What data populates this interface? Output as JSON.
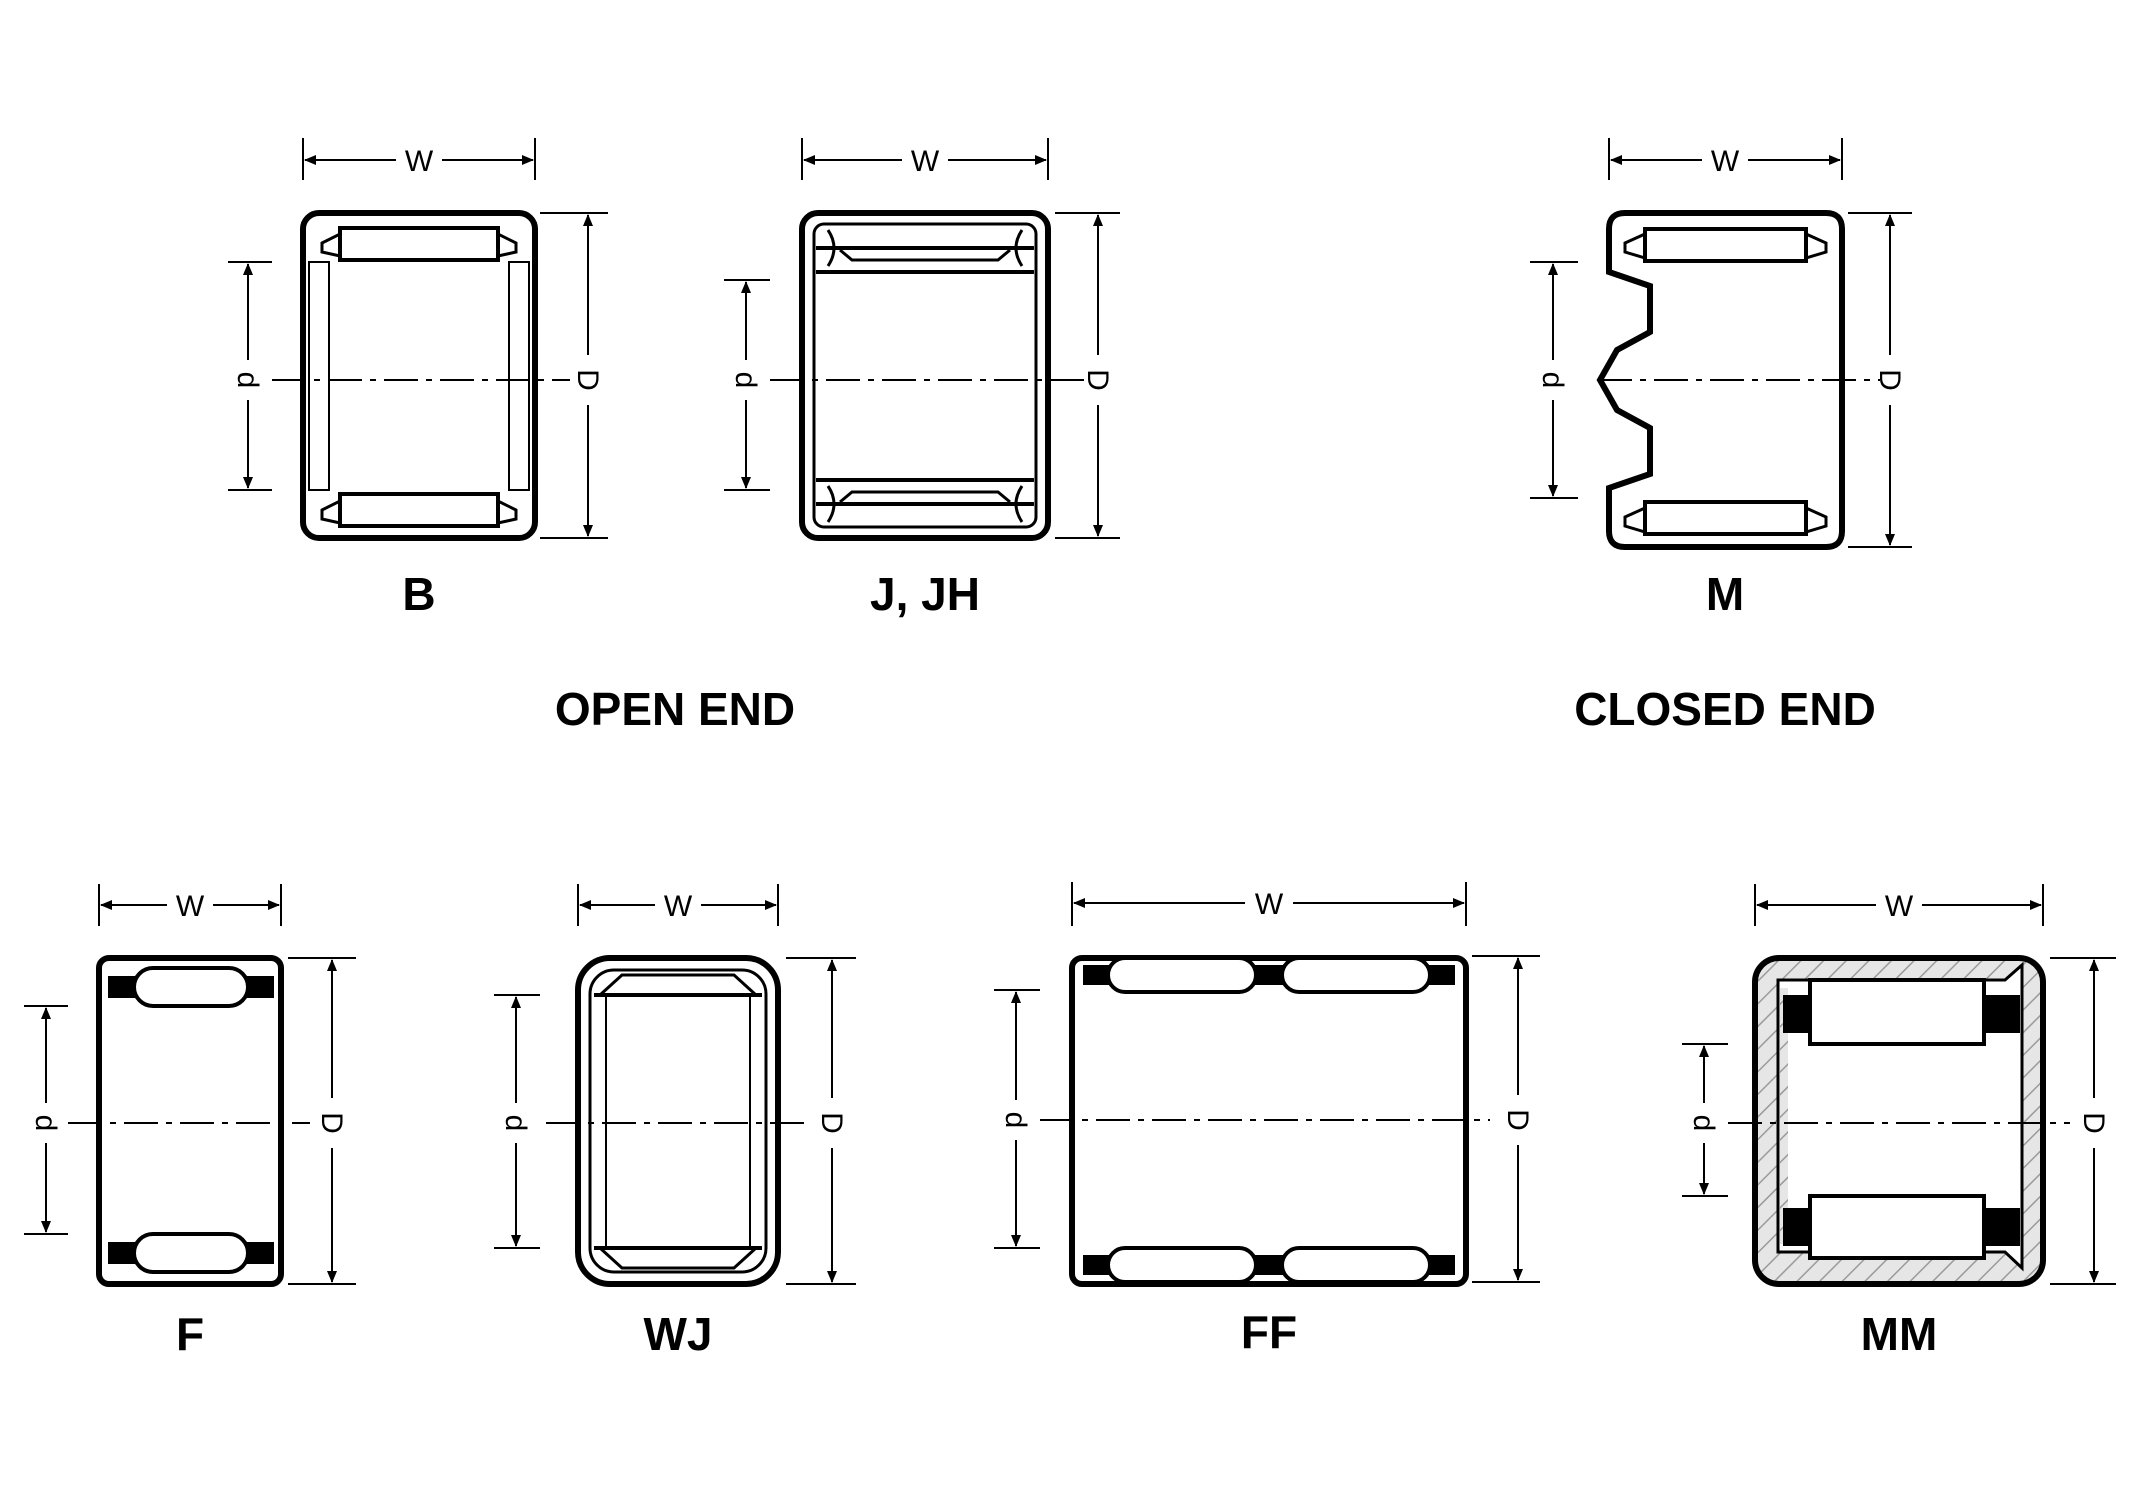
{
  "dimension_labels": {
    "width": "W",
    "outer_diameter": "D",
    "inner_diameter": "d"
  },
  "group_labels": {
    "open_end": "OPEN END",
    "closed_end": "CLOSED END"
  },
  "bearing_types": {
    "b": "B",
    "j": "J, JH",
    "m": "M",
    "f": "F",
    "wj": "WJ",
    "ff": "FF",
    "mm": "MM"
  }
}
